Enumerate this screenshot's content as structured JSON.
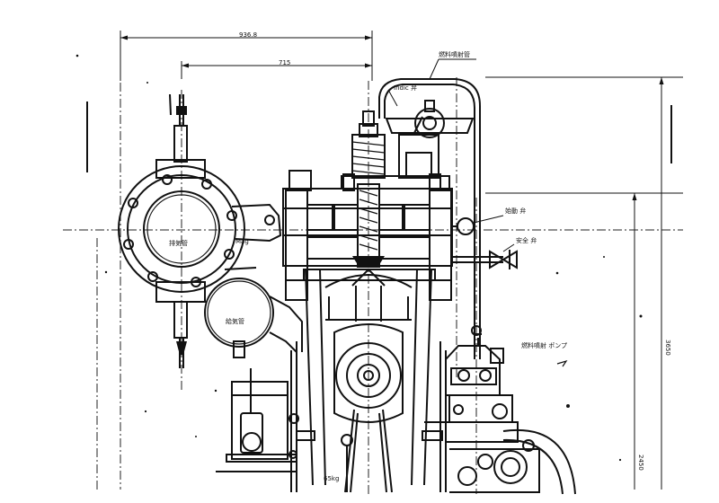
{
  "labels": {
    "dim_top_overall": "936.8",
    "dim_top_inner": "715",
    "dim_right_height": "3650",
    "dim_right_lower": "2450",
    "pipe_label": "燃料噴射管",
    "header_label": "Indic 弁",
    "side_valve_label": "始動 弁",
    "small_valve_label": "安全 弁",
    "exhaust_label": "排気管",
    "air_label": "給気管",
    "pump_label": "燃料噴射 ポンプ",
    "mid_label": "Mag",
    "bottom_label": "65kg"
  },
  "colors": {
    "ink": "#111111",
    "paper": "#ffffff"
  }
}
